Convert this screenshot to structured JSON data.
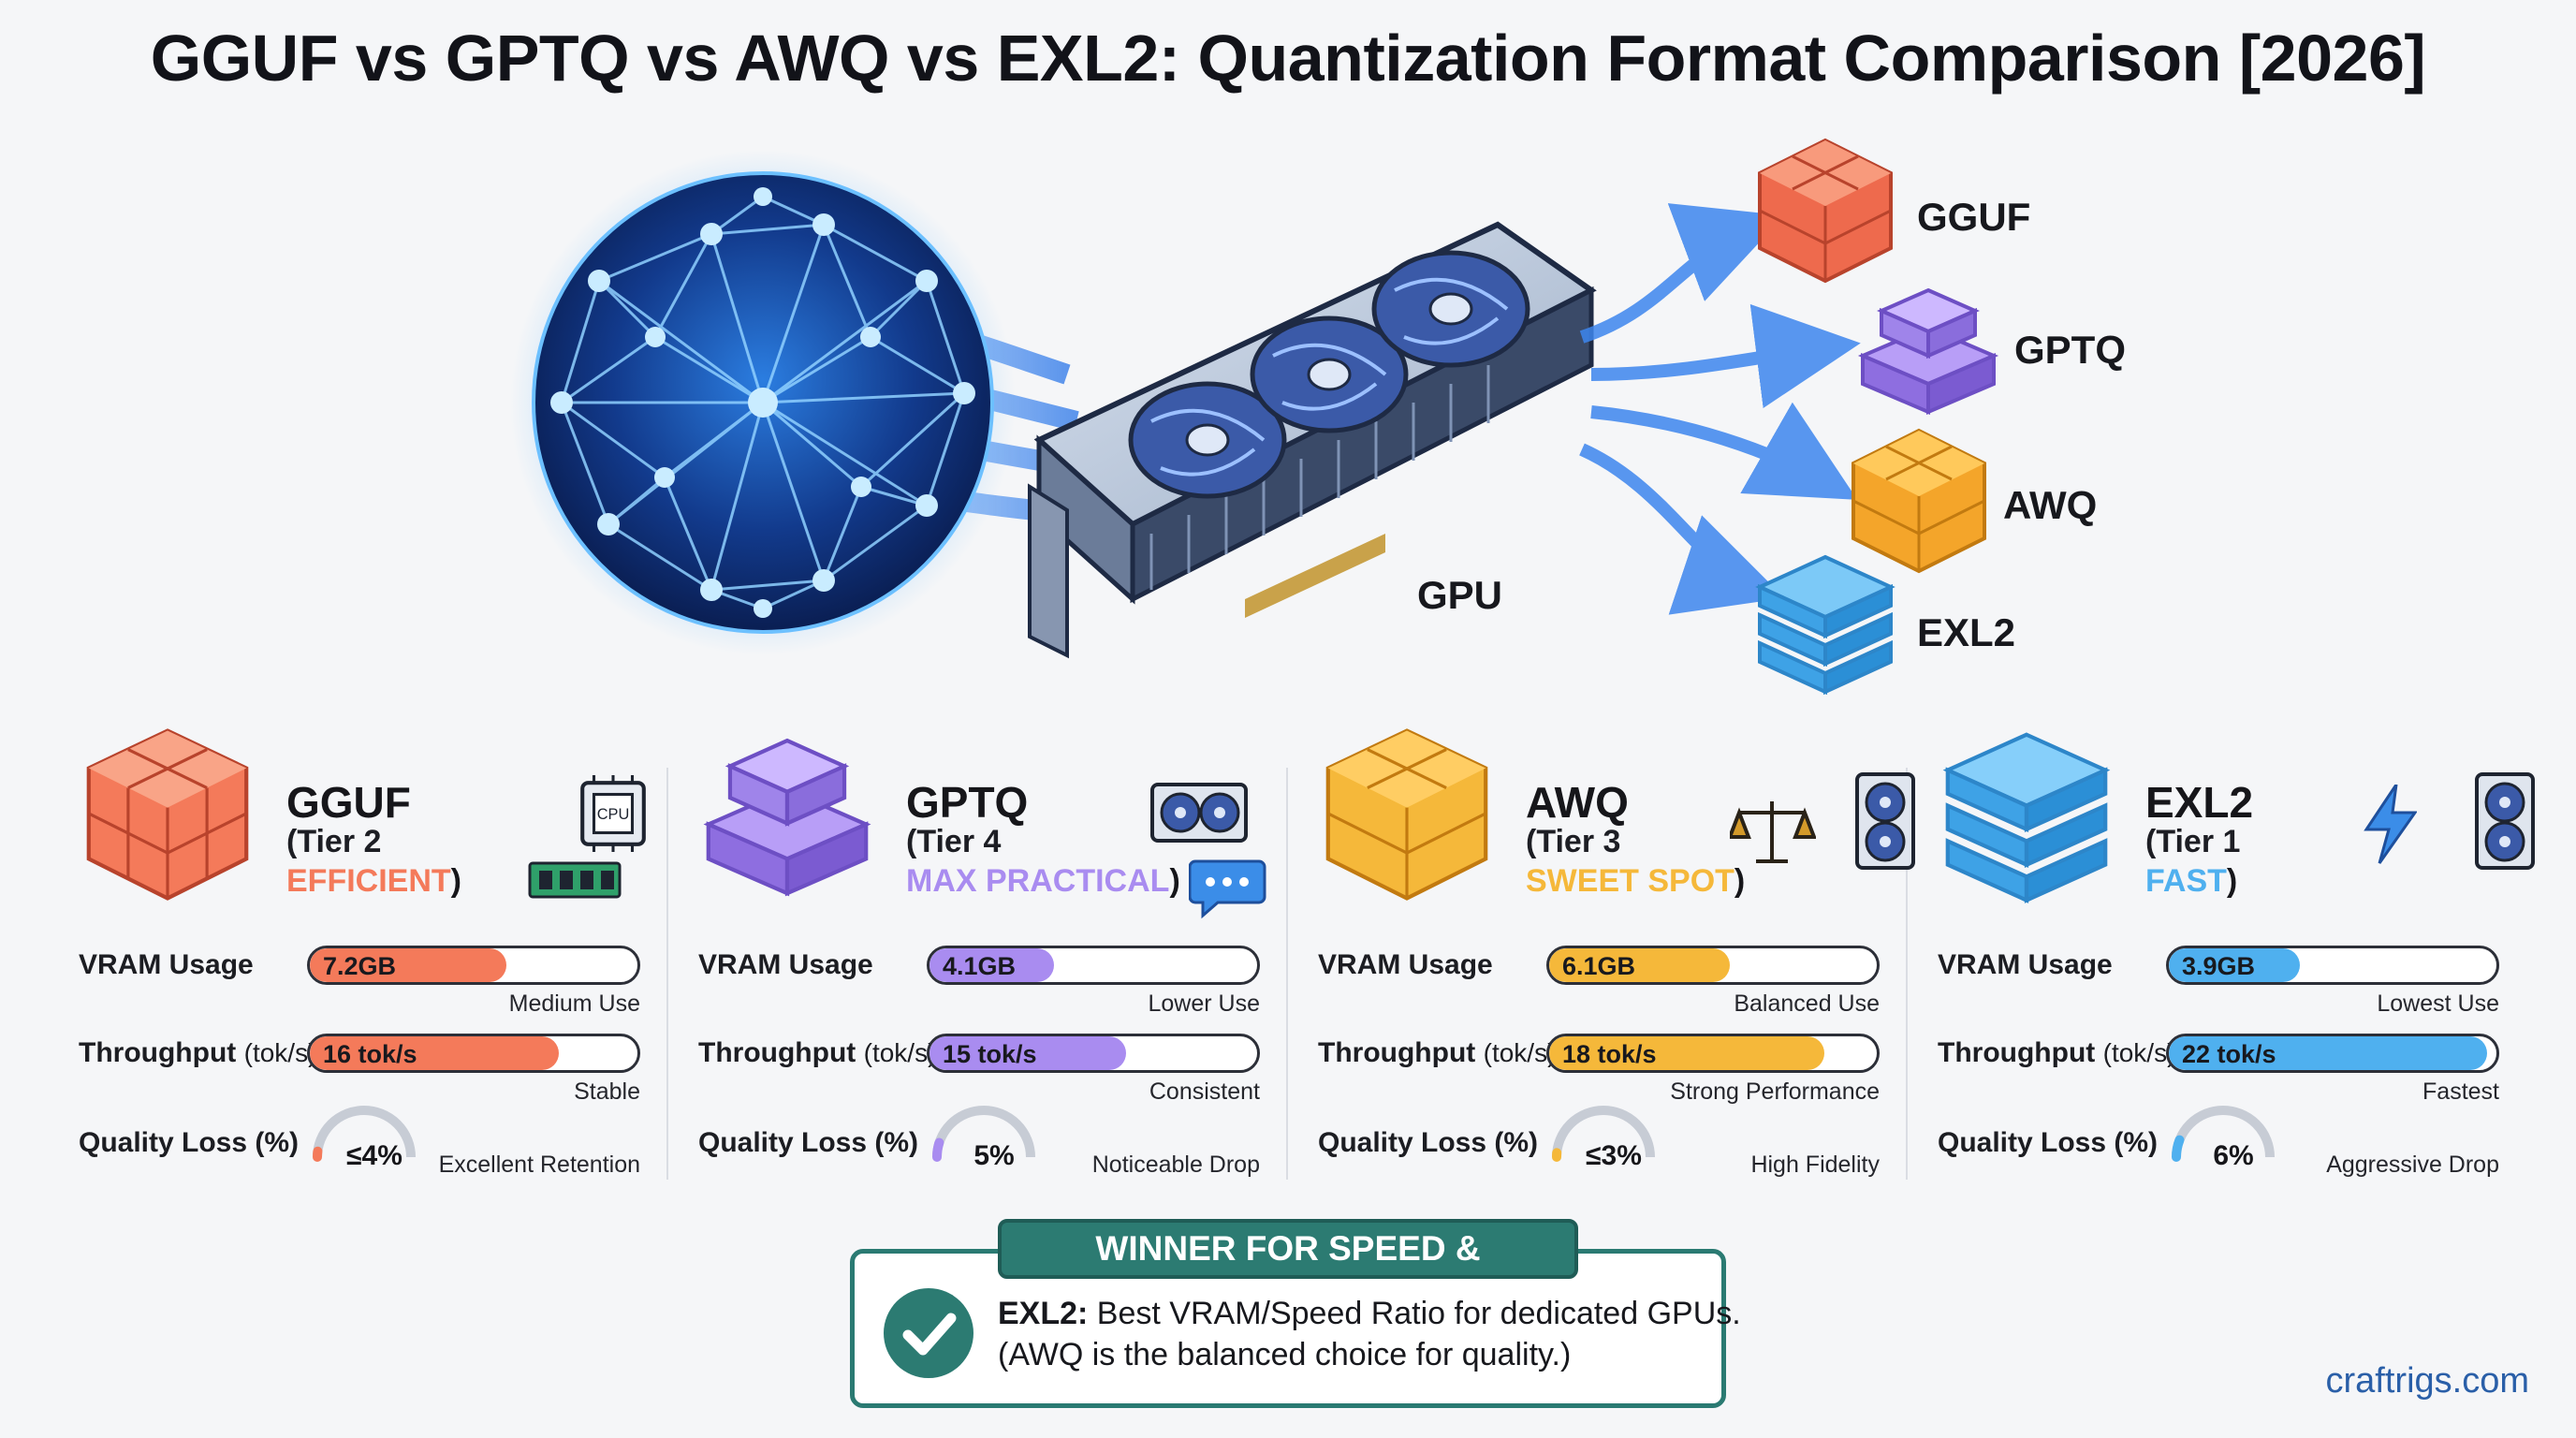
{
  "title": "GGUF vs GPTQ vs AWQ vs EXL2: Quantization Format Comparison [2026]",
  "hero": {
    "gpu_label": "GPU",
    "outputs": [
      "GGUF",
      "GPTQ",
      "AWQ",
      "EXL2"
    ]
  },
  "metric_labels": {
    "vram": "VRAM Usage",
    "throughput": "Throughput",
    "throughput_unit": "(tok/s)",
    "quality": "Quality Loss (%)"
  },
  "colors": {
    "gguf": "#f47a5a",
    "gptq": "#a98cf0",
    "awq": "#f5b83a",
    "exl2": "#4fb0ef",
    "winner": "#2c7b72"
  },
  "formats": [
    {
      "name": "GGUF",
      "tier": "(Tier 2",
      "tag": "EFFICIENT",
      "close": ")",
      "icons": [
        "cpu-icon",
        "ram-icon"
      ],
      "vram": {
        "text": "7.2GB",
        "fill": 0.6,
        "note": "Medium Use"
      },
      "throughput": {
        "text": "16 tok/s",
        "fill": 0.76,
        "note": "Stable"
      },
      "quality": {
        "text": "≤4%",
        "level": 0.04,
        "note": "Excellent Retention"
      }
    },
    {
      "name": "GPTQ",
      "tier": "(Tier 4",
      "tag": "MAX PRACTICAL",
      "close": ")",
      "icons": [
        "gpu-card-icon",
        "chat-icon"
      ],
      "vram": {
        "text": "4.1GB",
        "fill": 0.38,
        "note": "Lower Use"
      },
      "throughput": {
        "text": "15 tok/s",
        "fill": 0.6,
        "note": "Consistent"
      },
      "quality": {
        "text": "5%",
        "level": 0.1,
        "note": "Noticeable Drop"
      }
    },
    {
      "name": "AWQ",
      "tier": "(Tier 3",
      "tag": "SWEET SPOT",
      "close": ")",
      "icons": [
        "balance-scale-icon",
        "gpu-card-icon"
      ],
      "vram": {
        "text": "6.1GB",
        "fill": 0.55,
        "note": "Balanced Use"
      },
      "throughput": {
        "text": "18 tok/s",
        "fill": 0.84,
        "note": "Strong Performance"
      },
      "quality": {
        "text": "≤3%",
        "level": 0.03,
        "note": "High Fidelity"
      }
    },
    {
      "name": "EXL2",
      "tier": "(Tier 1",
      "tag": "FAST",
      "close": ")",
      "icons": [
        "lightning-icon",
        "gpu-card-icon"
      ],
      "vram": {
        "text": "3.9GB",
        "fill": 0.4,
        "note": "Lowest Use"
      },
      "throughput": {
        "text": "22 tok/s",
        "fill": 0.97,
        "note": "Fastest"
      },
      "quality": {
        "text": "6%",
        "level": 0.12,
        "note": "Aggressive Drop"
      }
    }
  ],
  "winner": {
    "tag": "WINNER FOR SPEED & EFFICIENCY",
    "bold": "EXL2:",
    "line1": " Best VRAM/Speed Ratio for dedicated GPUs.",
    "line2": "(AWQ is the balanced choice for quality.)"
  },
  "brand": "craftrigs.com"
}
